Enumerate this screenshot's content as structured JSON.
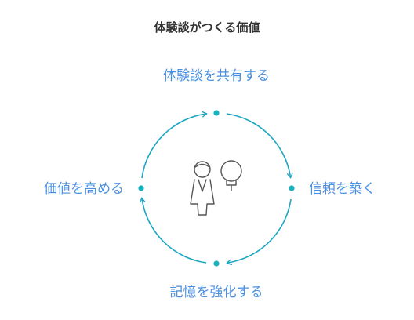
{
  "diagram": {
    "title": "体験談がつくる価値",
    "stages": {
      "top": "体験談を共有する",
      "right": "信頼を築く",
      "bottom": "記憶を強化する",
      "left": "価値を高める"
    },
    "center_icons": [
      "person-icon",
      "lightbulb-icon"
    ],
    "colors": {
      "cycle_line": "#1ca6c4",
      "node_dot": "#17b3be",
      "label_text": "#4a90e2",
      "icon_stroke": "#555555",
      "title_text": "#333333"
    }
  }
}
